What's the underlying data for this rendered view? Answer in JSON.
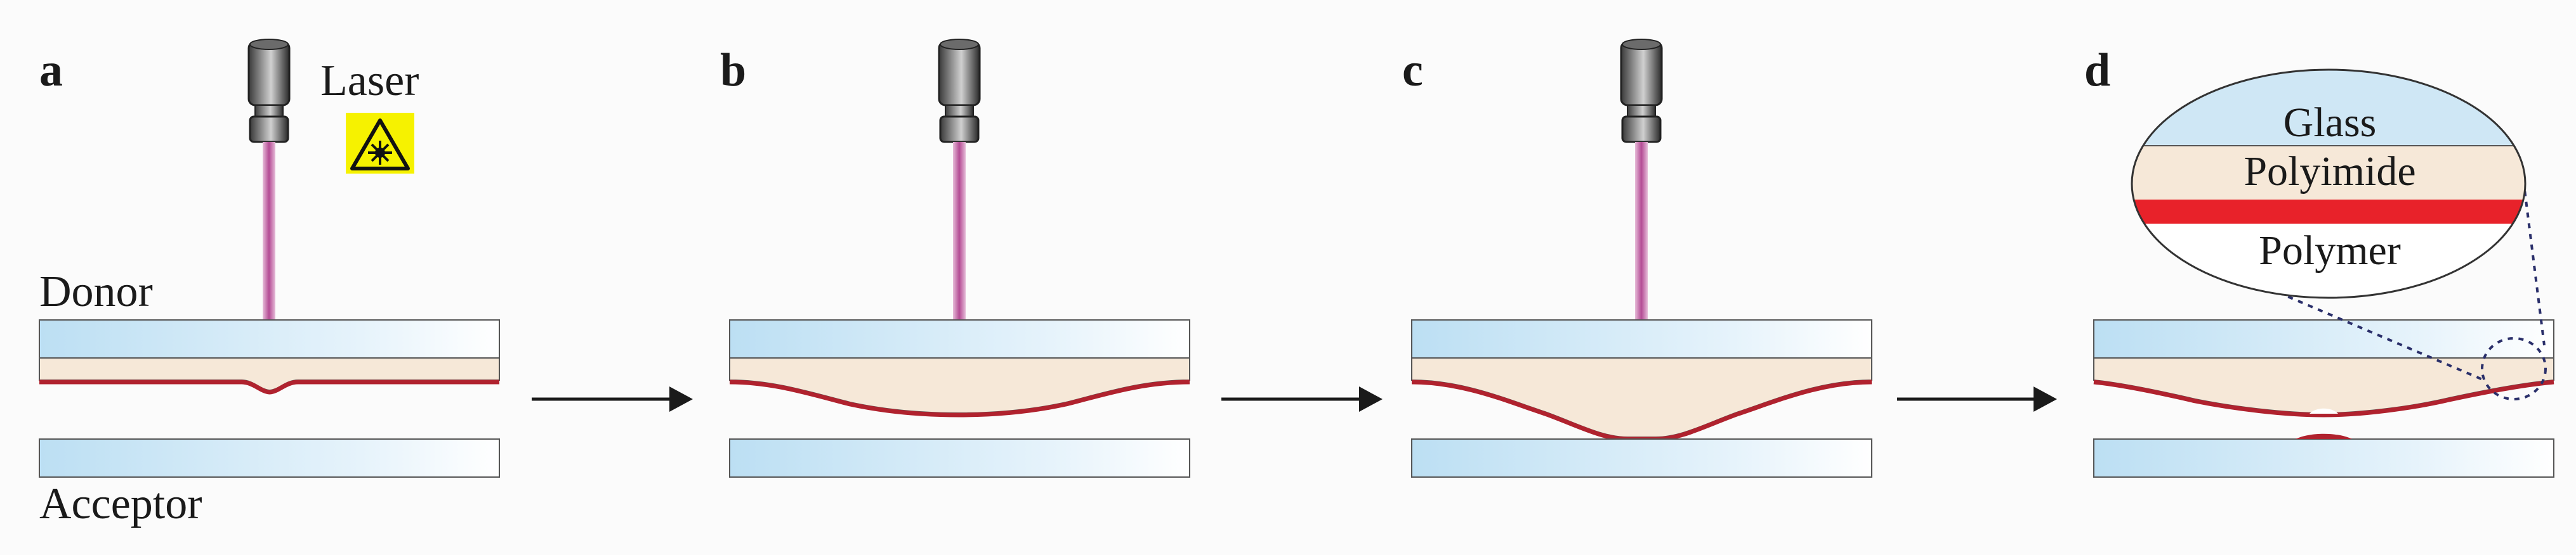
{
  "panels": [
    {
      "letter": "a"
    },
    {
      "letter": "b"
    },
    {
      "letter": "c"
    },
    {
      "letter": "d"
    }
  ],
  "labels": {
    "laser": "Laser",
    "donor": "Donor",
    "acceptor": "Acceptor"
  },
  "inset": {
    "layers": [
      "Glass",
      "Polyimide",
      "Polymer"
    ]
  },
  "colors": {
    "glass": "#cfe7f5",
    "polyimide": "#f6e8d8",
    "polymer": "#b0222e",
    "polymer_bright": "#e8222a",
    "beam": "#c97bb0",
    "warning": "#f6f200",
    "arrow": "#1a1a1a",
    "background": "#fbfbfb"
  },
  "icons": [
    "laser-head-icon",
    "laser-warning-icon",
    "process-arrow-icon"
  ]
}
